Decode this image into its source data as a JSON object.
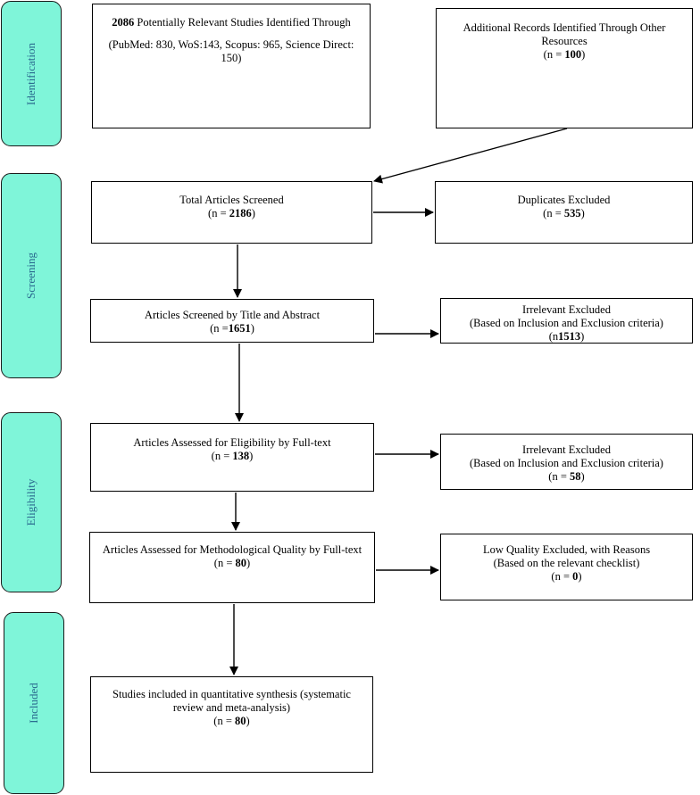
{
  "stages": {
    "identification": "Identification",
    "screening": "Screening",
    "eligibility": "Eligibility",
    "included": "Included"
  },
  "boxes": {
    "identified": {
      "count": "2086",
      "text": " Potentially Relevant Studies Identified Through",
      "sources": "(PubMed: 830, WoS:143, Scopus: 965, Science Direct: 150)"
    },
    "additional": {
      "text": "Additional Records Identified Through Other Resources",
      "n_prefix": "(n = ",
      "n_value": "100",
      "n_suffix": ")"
    },
    "total_screened": {
      "text": "Total Articles Screened",
      "n_prefix": "(n = ",
      "n_value": "2186",
      "n_suffix": ")"
    },
    "duplicates": {
      "text": "Duplicates Excluded",
      "n_prefix": "(n = ",
      "n_value": "535",
      "n_suffix": ")"
    },
    "title_abstract": {
      "text": "Articles Screened by Title and Abstract",
      "n_prefix": "(n =",
      "n_value": "1651",
      "n_suffix": ")"
    },
    "irrelevant_1": {
      "text": "Irrelevant Excluded",
      "criteria": "(Based on Inclusion and Exclusion criteria)",
      "n_prefix": "(n",
      "n_value": "1513",
      "n_suffix": ")"
    },
    "full_text": {
      "text": "Articles Assessed for Eligibility by Full-text",
      "n_prefix": "(n = ",
      "n_value": "138",
      "n_suffix": ")"
    },
    "irrelevant_2": {
      "text": "Irrelevant Excluded",
      "criteria": "(Based on Inclusion and Exclusion criteria)",
      "n_prefix": "(n = ",
      "n_value": "58",
      "n_suffix": ")"
    },
    "method_quality": {
      "text": "Articles Assessed for Methodological Quality by Full-text",
      "n_prefix": "(n = ",
      "n_value": "80",
      "n_suffix": ")"
    },
    "low_quality": {
      "text": "Low Quality Excluded, with Reasons",
      "criteria": "(Based on the relevant checklist)",
      "n_prefix": "(n = ",
      "n_value": "0",
      "n_suffix": ")"
    },
    "included": {
      "text": "Studies included in quantitative synthesis (systematic review and meta-analysis)",
      "n_prefix": "(n = ",
      "n_value": "80",
      "n_suffix": ")"
    }
  }
}
